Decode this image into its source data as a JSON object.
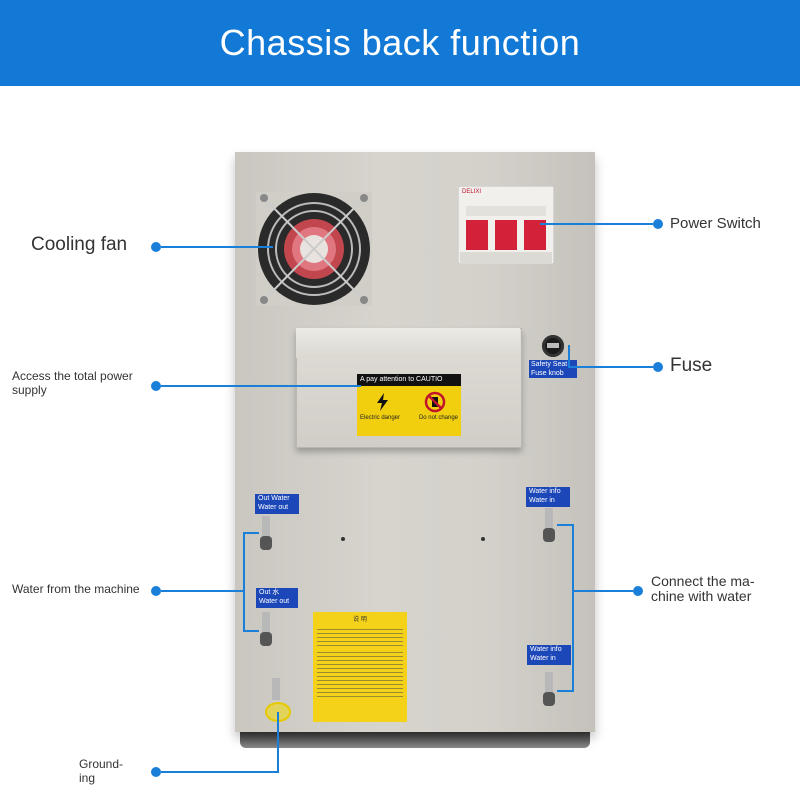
{
  "header": {
    "title": "Chassis back function"
  },
  "labels": {
    "cooling_fan": "Cooling fan",
    "power_switch": "Power Switch",
    "fuse": "Fuse",
    "access_power_line1": "Access the total power",
    "access_power_line2": "supply",
    "water_from_machine": "Water from the machine",
    "connect_water_line1": "Connect the ma-",
    "connect_water_line2": "chine with water",
    "grounding_line1": "Ground-",
    "grounding_line2": "ing"
  },
  "panel": {
    "breaker_brand": "DELIXI",
    "fuse_tag_line1": "Safety Seat",
    "fuse_tag_line2": "Fuse knob",
    "caution_header": "A pay attention to CAUTIO",
    "caution_left": "Electric danger",
    "caution_right": "Do not change",
    "water_out_1_line1": "Out  Water",
    "water_out_1_line2": "Water out",
    "water_out_2_line1": "Out  水",
    "water_out_2_line2": "Water out",
    "water_in_1_line1": "Water info",
    "water_in_1_line2": "Water in",
    "water_in_2_line1": "Water info",
    "water_in_2_line2": "Water in"
  },
  "colors": {
    "banner": "#1279d6",
    "accent_dot": "#1a7fd8",
    "water_tag": "#1c47b8",
    "caution_yellow": "#f2cf0e"
  }
}
